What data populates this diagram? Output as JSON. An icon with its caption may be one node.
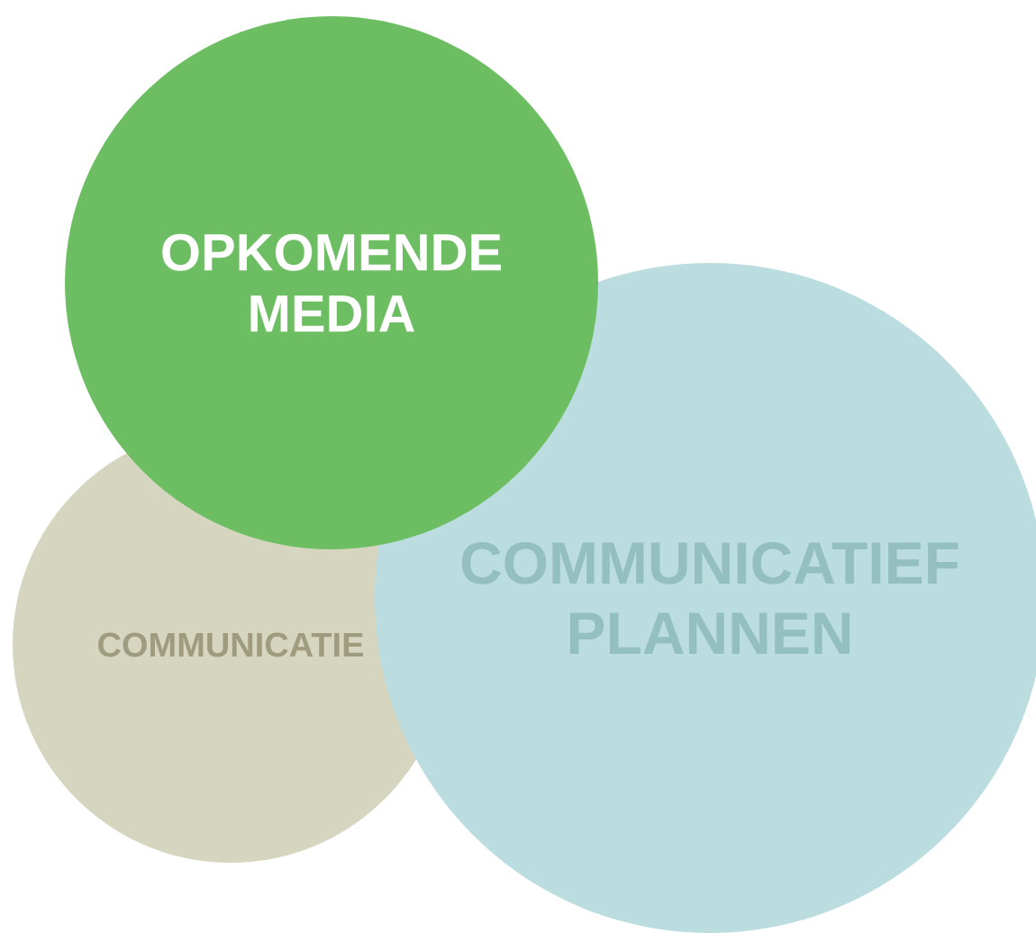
{
  "diagram": {
    "nodes": [
      {
        "text": [
          "OPKOMENDE MEDIA"
        ]
      },
      {
        "text": [
          "COMMUNICATIEF PLANNEN"
        ]
      },
      {
        "text": [
          "COMMUNICATIE"
        ]
      }
    ]
  }
}
